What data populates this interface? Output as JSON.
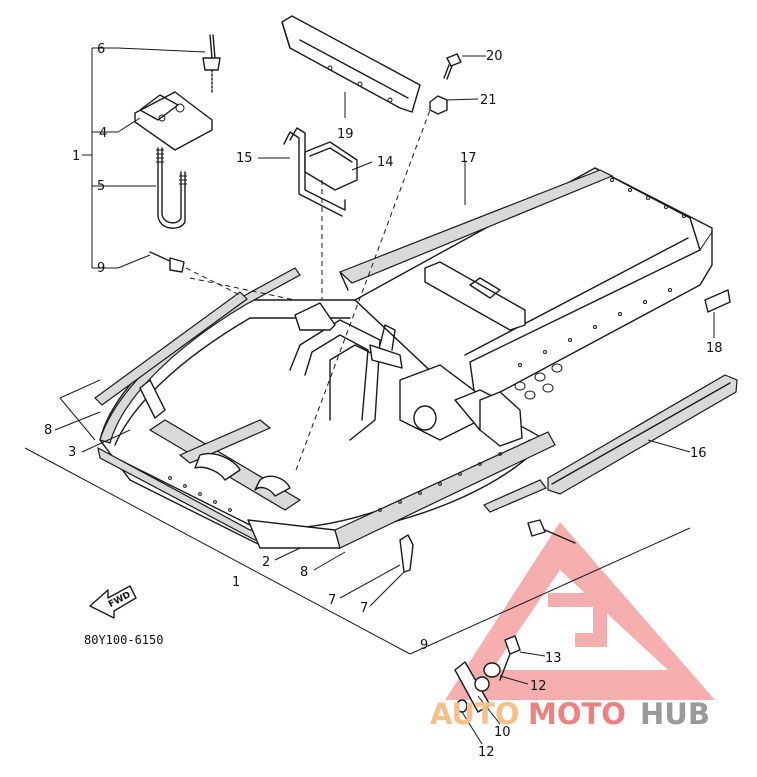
{
  "diagram": {
    "part_code": "80Y100-6150",
    "fwd_label": "FWD",
    "callouts": [
      {
        "id": "c1a",
        "label": "1"
      },
      {
        "id": "c1b",
        "label": "1"
      },
      {
        "id": "c2",
        "label": "2"
      },
      {
        "id": "c3",
        "label": "3"
      },
      {
        "id": "c4",
        "label": "4"
      },
      {
        "id": "c5",
        "label": "5"
      },
      {
        "id": "c6",
        "label": "6"
      },
      {
        "id": "c7a",
        "label": "7"
      },
      {
        "id": "c7b",
        "label": "7"
      },
      {
        "id": "c8a",
        "label": "8"
      },
      {
        "id": "c8b",
        "label": "8"
      },
      {
        "id": "c9a",
        "label": "9"
      },
      {
        "id": "c9b",
        "label": "9"
      },
      {
        "id": "c10",
        "label": "10"
      },
      {
        "id": "c12a",
        "label": "12"
      },
      {
        "id": "c12b",
        "label": "12"
      },
      {
        "id": "c13",
        "label": "13"
      },
      {
        "id": "c14",
        "label": "14"
      },
      {
        "id": "c15",
        "label": "15"
      },
      {
        "id": "c16",
        "label": "16"
      },
      {
        "id": "c17",
        "label": "17"
      },
      {
        "id": "c18",
        "label": "18"
      },
      {
        "id": "c19",
        "label": "19"
      },
      {
        "id": "c20",
        "label": "20"
      },
      {
        "id": "c21",
        "label": "21"
      }
    ]
  },
  "watermark": {
    "text_part1": "AUTO",
    "text_part2": "MOTO",
    "text_part3": "HUB",
    "colors": {
      "orange": "#f7c08a",
      "red": "#f08080",
      "gray": "#9a9a9a"
    }
  }
}
